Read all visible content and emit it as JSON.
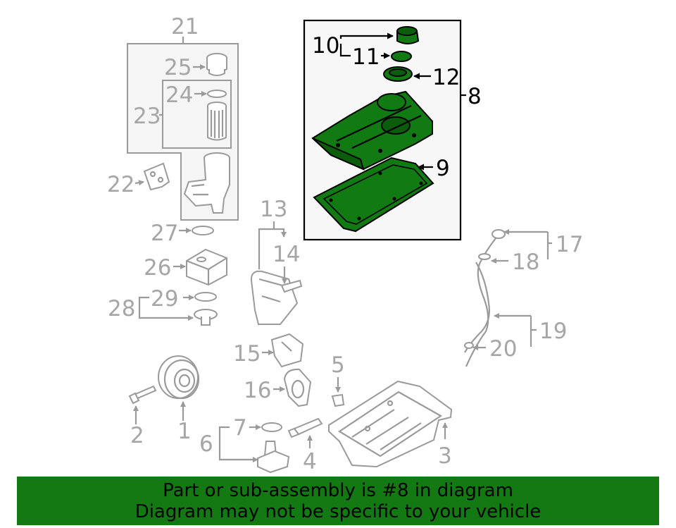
{
  "diagram": {
    "highlight_color": "#137a13",
    "highlighted_assembly": "8",
    "labels": {
      "p1": "1",
      "p2": "2",
      "p3": "3",
      "p4": "4",
      "p5": "5",
      "p6": "6",
      "p7": "7",
      "p8": "8",
      "p9": "9",
      "p10": "10",
      "p11": "11",
      "p12": "12",
      "p13": "13",
      "p14": "14",
      "p15": "15",
      "p16": "16",
      "p17": "17",
      "p18": "18",
      "p19": "19",
      "p20": "20",
      "p21": "21",
      "p22": "22",
      "p23": "23",
      "p24": "24",
      "p25": "25",
      "p26": "26",
      "p27": "27",
      "p28": "28",
      "p29": "29"
    }
  },
  "banner": {
    "line1": "Part or sub-assembly is #8 in diagram",
    "line2": "Diagram may not be specific to your vehicle",
    "background": "#137a13"
  }
}
